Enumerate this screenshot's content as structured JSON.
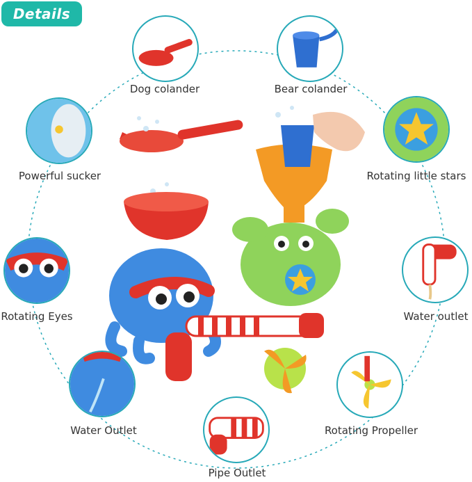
{
  "badge": {
    "label": "Details"
  },
  "features": [
    {
      "label": "Dog colander"
    },
    {
      "label": "Bear colander"
    },
    {
      "label": "Powerful sucker"
    },
    {
      "label": "Rotating little stars"
    },
    {
      "label": "Rotating Eyes"
    },
    {
      "label": "Water outlet"
    },
    {
      "label": "Water Outlet"
    },
    {
      "label": "Rotating Propeller"
    },
    {
      "label": "Pipe Outlet"
    }
  ],
  "colors": {
    "accent": "#1fb8a8",
    "ring": "#27a9b8",
    "red": "#e0342b",
    "blue": "#3f8be0",
    "green": "#8fd35b",
    "orange": "#f39a25",
    "yellow": "#f6c62f"
  }
}
